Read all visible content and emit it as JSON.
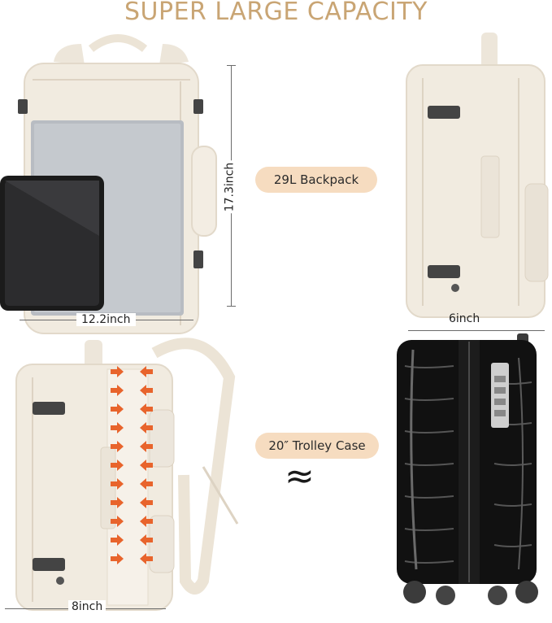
{
  "title": "SUPER LARGE CAPACITY",
  "labels": {
    "backpack": "29L Backpack",
    "trolley": "20″  Trolley Case",
    "approx": "≈"
  },
  "dimensions": {
    "height": "17.3inch",
    "width": "12.2inch",
    "depth_top": "6inch",
    "depth_bottom": "8inch"
  },
  "colors": {
    "title": "#c9a574",
    "pill": "#f6dcc0",
    "backpack": "#f1ebe0",
    "arrow": "#e8642c",
    "suitcase": "#111111"
  }
}
